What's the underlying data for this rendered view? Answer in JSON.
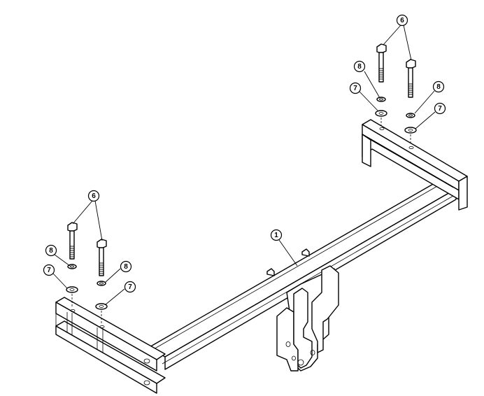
{
  "callouts": {
    "crossbar": "1",
    "bolt": "6",
    "flat_washer": "7",
    "lock_washer": "8"
  }
}
